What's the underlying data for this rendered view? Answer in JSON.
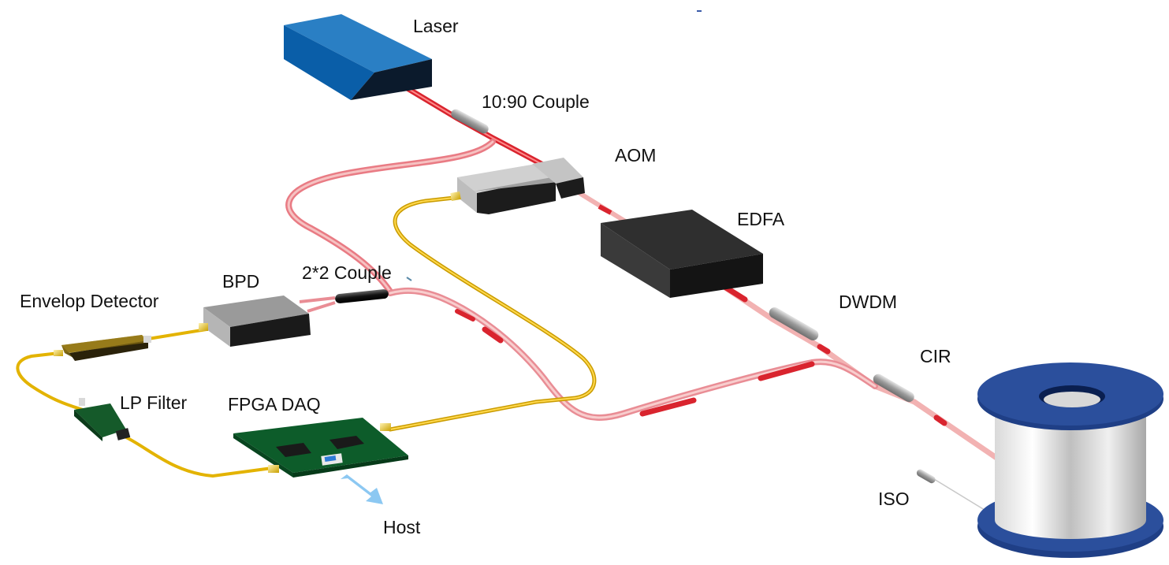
{
  "labels": {
    "laser": "Laser",
    "coupler_1090": "10:90 Couple",
    "aom": "AOM",
    "edfa": "EDFA",
    "coupler_2x2": "2*2 Couple",
    "bpd": "BPD",
    "envelope_detector": "Envelop Detector",
    "dwdm": "DWDM",
    "cir": "CIR",
    "lp_filter": "LP Filter",
    "fpga_daq": "FPGA DAQ",
    "iso": "ISO",
    "host": "Host"
  },
  "colors": {
    "laser_top": "#2a7fc4",
    "laser_front": "#0a5ea8",
    "laser_side": "#0b1a2c",
    "fiber_red": "#d9242e",
    "fiber_pink": "#f2b2b2",
    "fiber_yellow": "#e3b300",
    "box_grey_top": "#bdbdbd",
    "box_dark": "#1a1a1a",
    "pcb_green": "#0d5c2a",
    "spool_blue": "#1f3f86",
    "arrow_blue": "#8cc8f2"
  }
}
